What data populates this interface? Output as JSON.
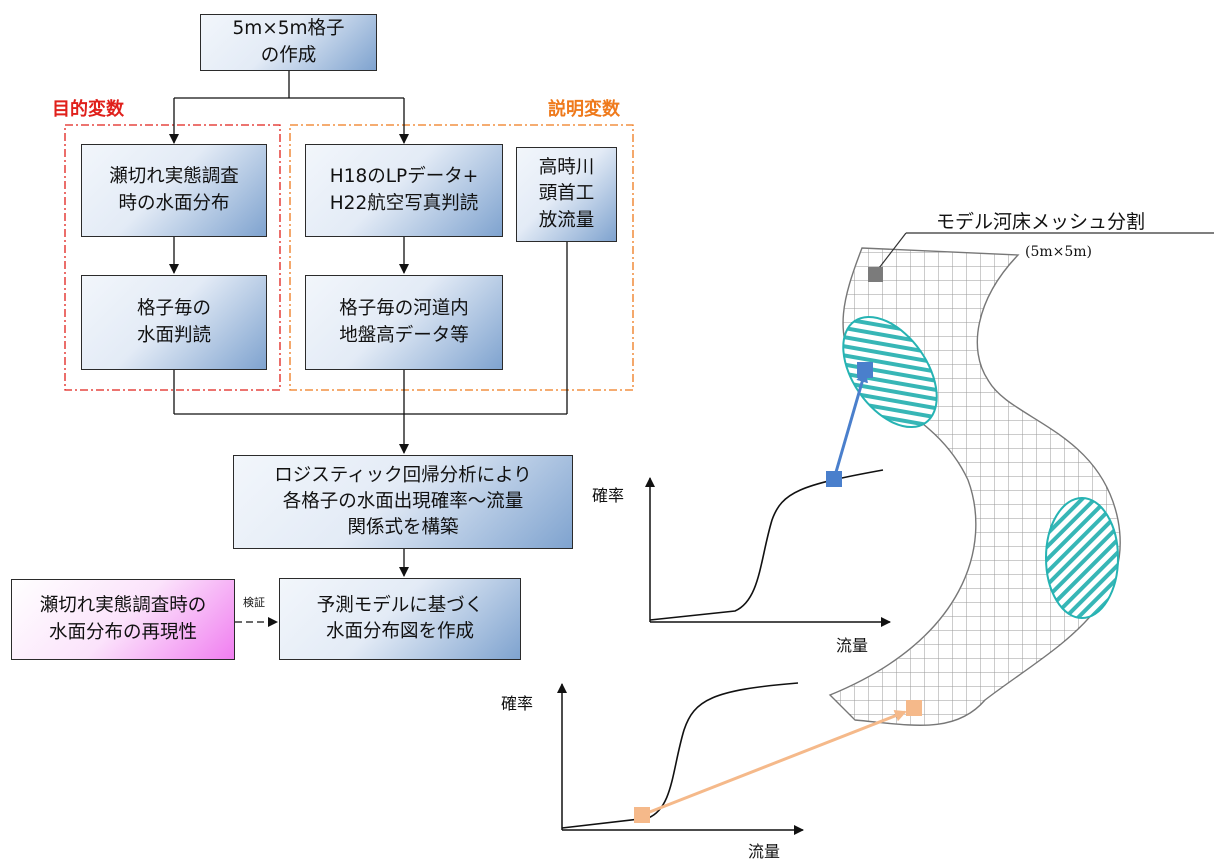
{
  "flowchart": {
    "start": "5m×5m格子\nの作成",
    "objective_label": "目的変数",
    "explanatory_label": "説明変数",
    "survey": "瀬切れ実態調査\n時の水面分布",
    "lp_data": "H18のLPデータ+\nH22航空写真判読",
    "discharge": "高時川\n頭首工\n放流量",
    "grid_water": "格子毎の\n水面判読",
    "grid_ground": "格子毎の河道内\n地盤高データ等",
    "regression": "ロジスティック回帰分析により\n各格子の水面出現確率～流量\n関係式を構築",
    "reproducibility": "瀬切れ実態調査時の\n水面分布の再現性",
    "verify_label": "検証",
    "predict": "予測モデルに基づく\n水面分布図を作成"
  },
  "river_map": {
    "mesh_label": "モデル河床メッシュ分割",
    "mesh_size": "(5m×5m)"
  },
  "graphs": [
    {
      "ylabel": "確率",
      "xlabel": "流量",
      "marker_color": "#4a7fcc"
    },
    {
      "ylabel": "確率",
      "xlabel": "流量",
      "marker_color": "#f5b98a"
    }
  ],
  "colors": {
    "objective": "#e0201b",
    "explanatory": "#ef7a1c",
    "water_zone": "#26b3b3",
    "blue_marker": "#4a7fcc",
    "orange_marker": "#f5b98a"
  }
}
